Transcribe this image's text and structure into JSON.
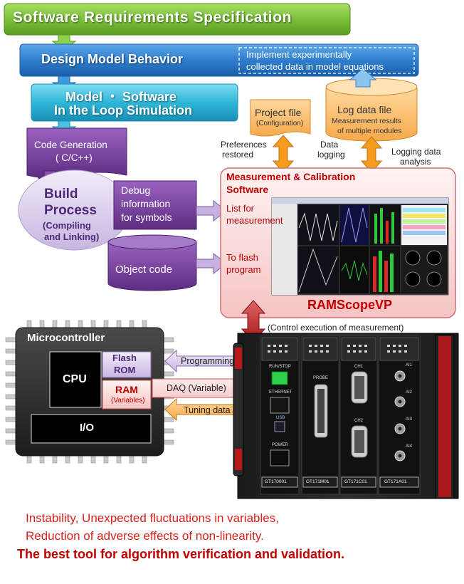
{
  "header": {
    "title": "Software Requirements Specification"
  },
  "design_model": {
    "label": "Design Model Behavior",
    "implement_line1": "Implement experimentally",
    "implement_line2": "collected data in model equations"
  },
  "mils": {
    "line1": "Model ・ Software",
    "line2": "In the Loop Simulation"
  },
  "codegen": {
    "line1": "Code Generation",
    "line2": "( C/C++)"
  },
  "build": {
    "line1": "Build",
    "line2": "Process",
    "line3": "(Compiling",
    "line4": "and Linking)"
  },
  "debug": {
    "line1": "Debug",
    "line2": "information",
    "line3": "for symbols"
  },
  "object_code": {
    "label": "Object code"
  },
  "project_file": {
    "label": "Project file",
    "sub": "(Configuration)"
  },
  "log_file": {
    "label": "Log data file",
    "sub1": "Measurement results",
    "sub2": "of multiple modules"
  },
  "labels": {
    "preferences1": "Preferences",
    "preferences2": "restored",
    "data_logging1": "Data",
    "data_logging2": "logging",
    "logging_analysis1": "Logging data",
    "logging_analysis2": "analysis",
    "list_meas1": "List for",
    "list_meas2": "measurement",
    "flash1": "To flash",
    "flash2": "program",
    "control_exec": "(Control execution of measurement)"
  },
  "mcs": {
    "title1": "Measurement & Calibration",
    "title2": "Software",
    "product": "RAMScopeVP"
  },
  "micro": {
    "title": "Microcontroller",
    "cpu": "CPU",
    "flash1": "Flash",
    "flash2": "ROM",
    "ram": "RAM",
    "ram_sub": "(Variables)",
    "io": "I/O"
  },
  "arrows": {
    "programming": "Programming",
    "daq": "DAQ (Variable)",
    "tuning": "Tuning data"
  },
  "hardware": {
    "run_stop": "RUN/STOP",
    "ethernet": "ETHERNET",
    "usb": "USB",
    "power": "POWER",
    "probe": "PROBE",
    "ch1": "CH1",
    "ch2": "CH2",
    "ai1": "AI1",
    "ai2": "AI2",
    "ai3": "AI3",
    "ai4": "AI4",
    "modules": [
      "GT170001",
      "GT171M01",
      "GT171C01",
      "GT171A01"
    ]
  },
  "footer": {
    "line1": "Instability, Unexpected fluctuations in variables,",
    "line2": "Reduction of adverse effects of non-linearity.",
    "tagline": "The best tool for algorithm verification and validation."
  },
  "colors": {
    "green": "#7fc23a",
    "blue": "#2f7fcf",
    "teal": "#2eb6d8",
    "purple": "#7a3f9e",
    "orange": "#f5a623",
    "red": "#d8201c",
    "dark_red": "#c00000"
  }
}
